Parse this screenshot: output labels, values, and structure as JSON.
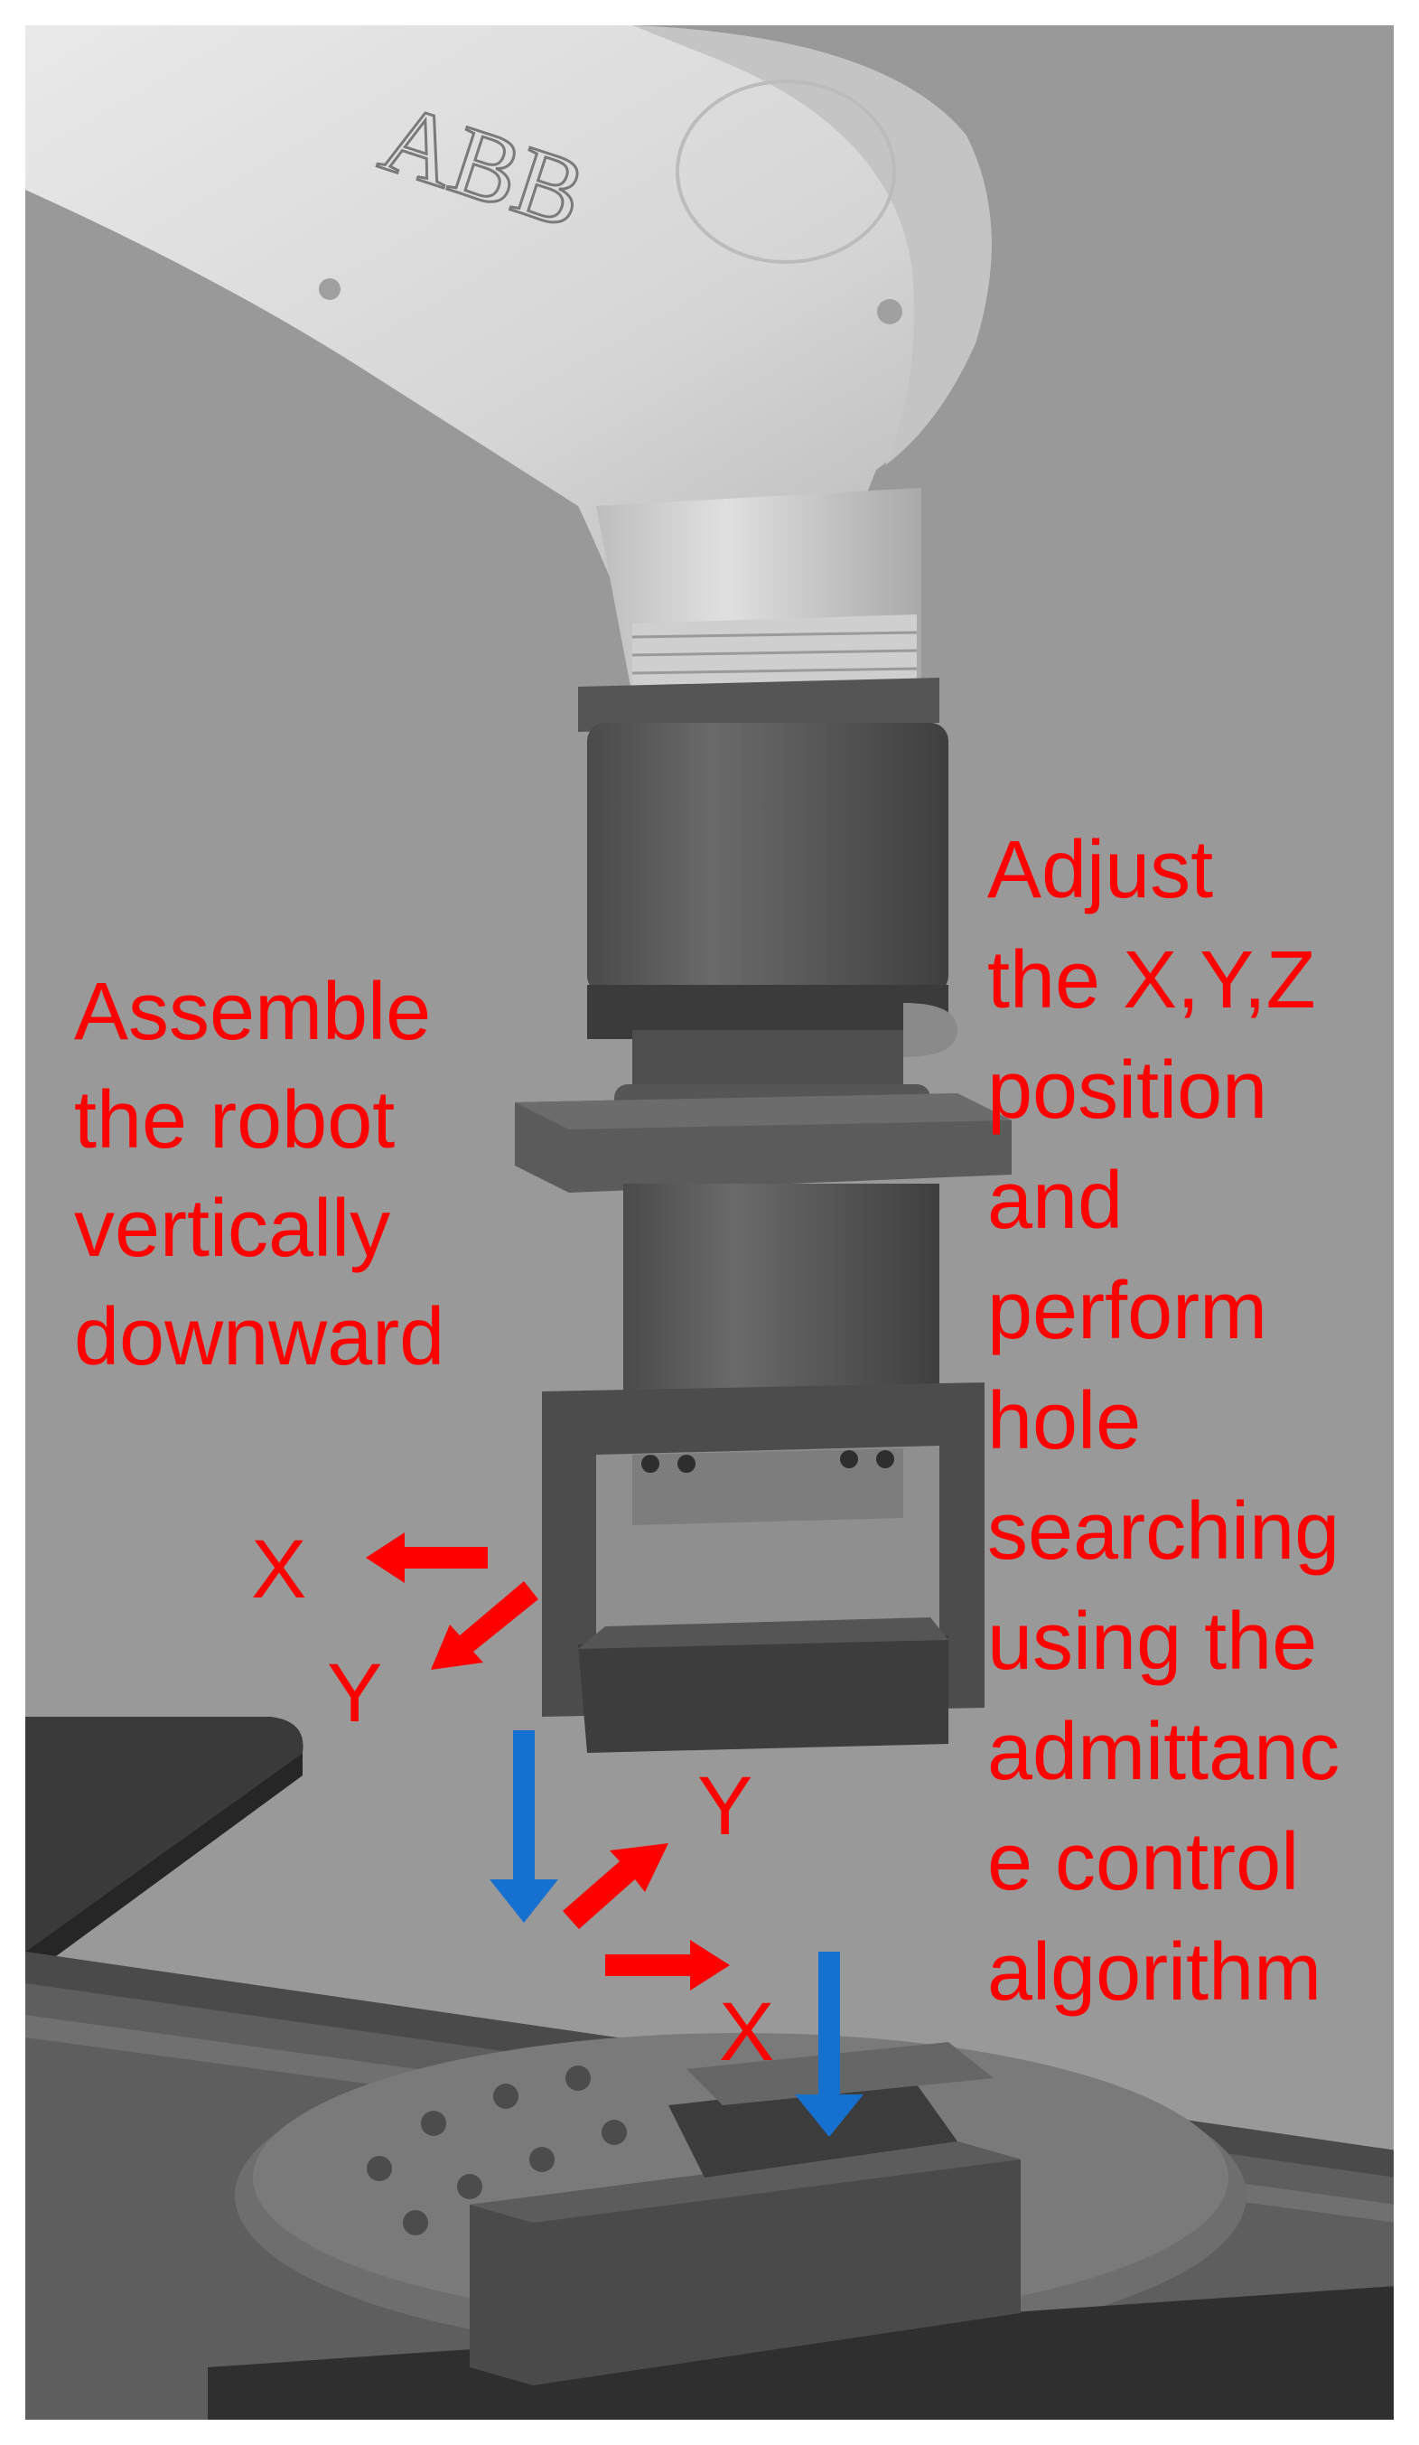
{
  "annotations": {
    "left_text": "Assemble\nthe robot\nvertically\ndownward",
    "right_text": "Adjust\nthe X,Y,Z\nposition\nand\nperform\nhole\nsearching\nusing the\nadmittanc\ne control\nalgorithm"
  },
  "robot": {
    "brand_text": "ABB"
  },
  "axes": {
    "gripper_x": "X",
    "gripper_y": "Y",
    "fixture_y": "Y",
    "fixture_x": "X"
  },
  "colors": {
    "annotation_text": "#ff0000",
    "axis_arrow": "#ff0000",
    "motion_arrow": "#1670d0",
    "background": "#999999",
    "robot_body": "#d9d9d9",
    "tool_dark": "#5a5a5a"
  }
}
